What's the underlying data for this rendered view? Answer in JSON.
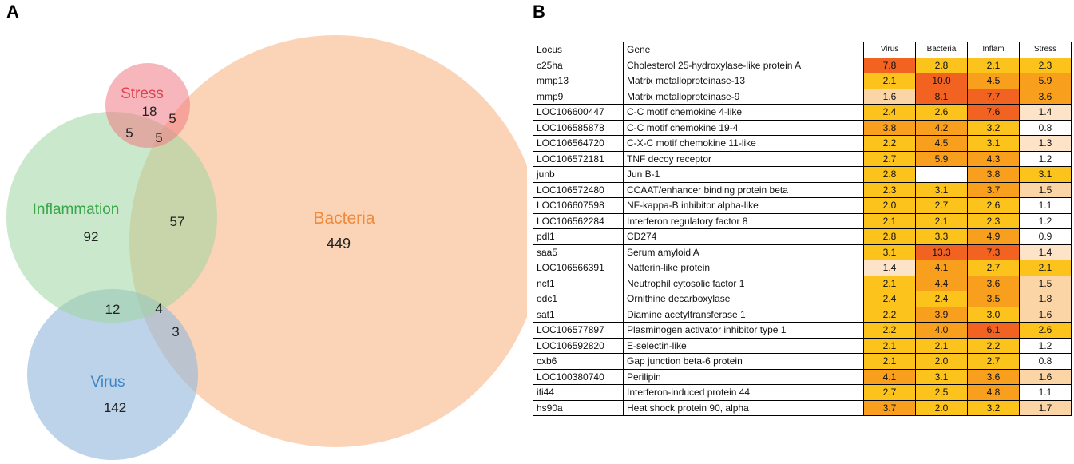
{
  "panels": {
    "a": "A",
    "b": "B"
  },
  "venn": {
    "sets": [
      {
        "key": "stress",
        "label": "Stress",
        "label_color": "#e04050",
        "fill": "#f07a85"
      },
      {
        "key": "inflammation",
        "label": "Inflammation",
        "label_color": "#3aa64a",
        "fill": "#9fd6a0"
      },
      {
        "key": "bacteria",
        "label": "Bacteria",
        "label_color": "#f08a3c",
        "fill": "#f9b98a"
      },
      {
        "key": "virus",
        "label": "Virus",
        "label_color": "#3f86c8",
        "fill": "#93b8dc"
      }
    ],
    "regions": [
      {
        "sets": [
          "stress"
        ],
        "count": "18"
      },
      {
        "sets": [
          "stress",
          "bacteria"
        ],
        "count": "5"
      },
      {
        "sets": [
          "stress",
          "inflammation"
        ],
        "count": "5"
      },
      {
        "sets": [
          "stress",
          "inflammation",
          "bacteria"
        ],
        "count": "5"
      },
      {
        "sets": [
          "inflammation"
        ],
        "count": "92"
      },
      {
        "sets": [
          "inflammation",
          "bacteria"
        ],
        "count": "57"
      },
      {
        "sets": [
          "bacteria"
        ],
        "count": "449"
      },
      {
        "sets": [
          "inflammation",
          "virus"
        ],
        "count": "12"
      },
      {
        "sets": [
          "inflammation",
          "virus",
          "bacteria"
        ],
        "count": "4"
      },
      {
        "sets": [
          "virus",
          "bacteria"
        ],
        "count": "3"
      },
      {
        "sets": [
          "virus"
        ],
        "count": "142"
      }
    ]
  },
  "chart_data": [
    {
      "type": "venn",
      "sets": [
        "Stress",
        "Inflammation",
        "Bacteria",
        "Virus"
      ],
      "regions": [
        {
          "sets": [
            "Stress"
          ],
          "value": 18
        },
        {
          "sets": [
            "Stress",
            "Bacteria"
          ],
          "value": 5
        },
        {
          "sets": [
            "Stress",
            "Inflammation"
          ],
          "value": 5
        },
        {
          "sets": [
            "Stress",
            "Inflammation",
            "Bacteria"
          ],
          "value": 5
        },
        {
          "sets": [
            "Inflammation"
          ],
          "value": 92
        },
        {
          "sets": [
            "Inflammation",
            "Bacteria"
          ],
          "value": 57
        },
        {
          "sets": [
            "Bacteria"
          ],
          "value": 449
        },
        {
          "sets": [
            "Inflammation",
            "Virus"
          ],
          "value": 12
        },
        {
          "sets": [
            "Inflammation",
            "Virus",
            "Bacteria"
          ],
          "value": 4
        },
        {
          "sets": [
            "Virus",
            "Bacteria"
          ],
          "value": 3
        },
        {
          "sets": [
            "Virus"
          ],
          "value": 142
        }
      ]
    },
    {
      "type": "heatmap",
      "headers": [
        "Locus",
        "Gene",
        "Virus",
        "Bacteria",
        "Inflam",
        "Stress"
      ],
      "rows": [
        {
          "locus": "c25ha",
          "gene": "Cholesterol 25-hydroxylase-like protein A",
          "values": [
            "7.8",
            "2.8",
            "2.1",
            "2.3"
          ]
        },
        {
          "locus": "mmp13",
          "gene": "Matrix metalloproteinase-13",
          "values": [
            "2.1",
            "10.0",
            "4.5",
            "5.9"
          ]
        },
        {
          "locus": "mmp9",
          "gene": "Matrix metalloproteinase-9",
          "values": [
            "1.6",
            "8.1",
            "7.7",
            "3.6"
          ]
        },
        {
          "locus": "LOC106600447",
          "gene": "C-C motif chemokine 4-like",
          "values": [
            "2.4",
            "2.6",
            "7.6",
            "1.4"
          ]
        },
        {
          "locus": "LOC106585878",
          "gene": "C-C motif chemokine 19-4",
          "values": [
            "3.8",
            "4.2",
            "3.2",
            "0.8"
          ]
        },
        {
          "locus": "LOC106564720",
          "gene": "C-X-C motif chemokine 11-like",
          "values": [
            "2.2",
            "4.5",
            "3.1",
            "1.3"
          ]
        },
        {
          "locus": "LOC106572181",
          "gene": "TNF decoy receptor",
          "values": [
            "2.7",
            "5.9",
            "4.3",
            "1.2"
          ]
        },
        {
          "locus": "junb",
          "gene": "Jun B-1",
          "values": [
            "2.8",
            "",
            "3.8",
            "3.1"
          ]
        },
        {
          "locus": "LOC106572480",
          "gene": "CCAAT/enhancer binding protein beta",
          "values": [
            "2.3",
            "3.1",
            "3.7",
            "1.5"
          ]
        },
        {
          "locus": "LOC106607598",
          "gene": "NF-kappa-B inhibitor alpha-like",
          "values": [
            "2.0",
            "2.7",
            "2.6",
            "1.1"
          ]
        },
        {
          "locus": "LOC106562284",
          "gene": "Interferon regulatory factor 8",
          "values": [
            "2.1",
            "2.1",
            "2.3",
            "1.2"
          ]
        },
        {
          "locus": "pdl1",
          "gene": "CD274",
          "values": [
            "2.8",
            "3.3",
            "4.9",
            "0.9"
          ]
        },
        {
          "locus": "saa5",
          "gene": "Serum amyloid A",
          "values": [
            "3.1",
            "13.3",
            "7.3",
            "1.4"
          ]
        },
        {
          "locus": "LOC106566391",
          "gene": "Natterin-like protein",
          "values": [
            "1.4",
            "4.1",
            "2.7",
            "2.1"
          ]
        },
        {
          "locus": "ncf1",
          "gene": "Neutrophil cytosolic factor 1",
          "values": [
            "2.1",
            "4.4",
            "3.6",
            "1.5"
          ]
        },
        {
          "locus": "odc1",
          "gene": "Ornithine decarboxylase",
          "values": [
            "2.4",
            "2.4",
            "3.5",
            "1.8"
          ]
        },
        {
          "locus": "sat1",
          "gene": "Diamine acetyltransferase 1",
          "values": [
            "2.2",
            "3.9",
            "3.0",
            "1.6"
          ]
        },
        {
          "locus": "LOC106577897",
          "gene": "Plasminogen activator inhibitor type 1",
          "values": [
            "2.2",
            "4.0",
            "6.1",
            "2.6"
          ]
        },
        {
          "locus": "LOC106592820",
          "gene": "E-selectin-like",
          "values": [
            "2.1",
            "2.1",
            "2.2",
            "1.2"
          ]
        },
        {
          "locus": "cxb6",
          "gene": "Gap junction beta-6 protein",
          "values": [
            "2.1",
            "2.0",
            "2.7",
            "0.8"
          ]
        },
        {
          "locus": "LOC100380740",
          "gene": "Perilipin",
          "values": [
            "4.1",
            "3.1",
            "3.6",
            "1.6"
          ]
        },
        {
          "locus": "ifi44",
          "gene": "Interferon-induced protein 44",
          "values": [
            "2.7",
            "2.5",
            "4.8",
            "1.1"
          ]
        },
        {
          "locus": "hs90a",
          "gene": "Heat shock protein 90, alpha",
          "values": [
            "3.7",
            "2.0",
            "3.2",
            "1.7"
          ]
        }
      ]
    }
  ]
}
